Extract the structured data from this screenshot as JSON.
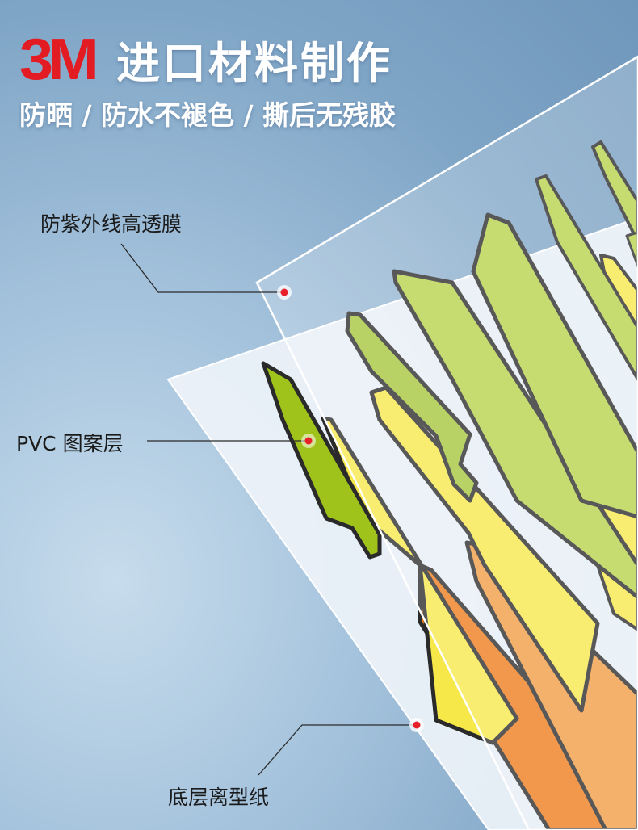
{
  "brand": {
    "logo_text": "3M",
    "logo_color": "#e31b23"
  },
  "header": {
    "title": "进口材料制作",
    "subtitle": "防晒 / 防水不褪色 / 撕后无残胶"
  },
  "layers": {
    "uv_film": {
      "label": "防紫外线高透膜"
    },
    "pvc": {
      "label": "PVC 图案层"
    },
    "release_paper": {
      "label": "底层离型纸"
    }
  },
  "colors": {
    "green": "#a6c63a",
    "yellow": "#f7e84a",
    "orange": "#ee7c1c",
    "light_orange": "#f19c43",
    "outline": "#2a2a2a",
    "marker": "#e8202a"
  }
}
